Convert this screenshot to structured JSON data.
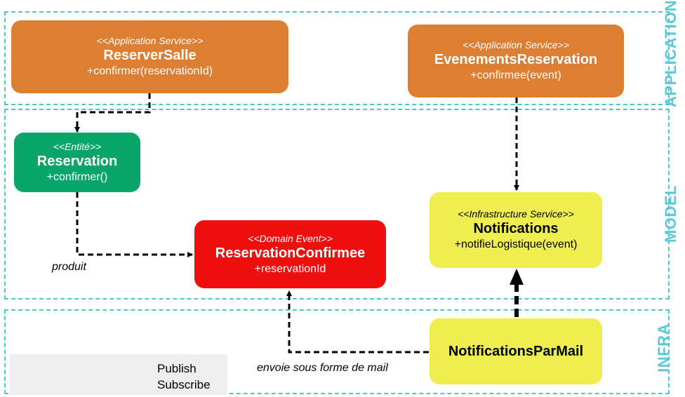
{
  "layers": {
    "application": "APPLICATION",
    "model": "MODEL",
    "infra": "INFRA"
  },
  "boxes": {
    "reserver_salle": {
      "stereotype": "<<Application Service>>",
      "name": "ReserverSalle",
      "operation": "+confirmer(reservationId)"
    },
    "evenements_reservation": {
      "stereotype": "<<Application Service>>",
      "name": "EvenementsReservation",
      "operation": "+confirmee(event)"
    },
    "reservation": {
      "stereotype": "<<Entité>>",
      "name": "Reservation",
      "operation": "+confirmer()"
    },
    "reservation_confirmee": {
      "stereotype": "<<Domain Event>>",
      "name": "ReservationConfirmee",
      "operation": "+reservationId"
    },
    "notifications": {
      "stereotype": "<<Infrastructure Service>>",
      "name": "Notifications",
      "operation": "+notifieLogistique(event)"
    },
    "notifications_par_mail": {
      "name": "NotificationsParMail"
    }
  },
  "notes": {
    "produit": "produit",
    "envoie": "envoie sous forme de mail"
  },
  "legend": {
    "publish": "Publish",
    "subscribe": "Subscribe"
  },
  "colors": {
    "layer_border": "#4cc6cc",
    "application_service": "#dd7f33",
    "entity": "#0aa56a",
    "domain_event": "#ee0f0f",
    "infrastructure": "#eeee50",
    "publish": "#ee1111",
    "subscribe": "#22aaee"
  }
}
